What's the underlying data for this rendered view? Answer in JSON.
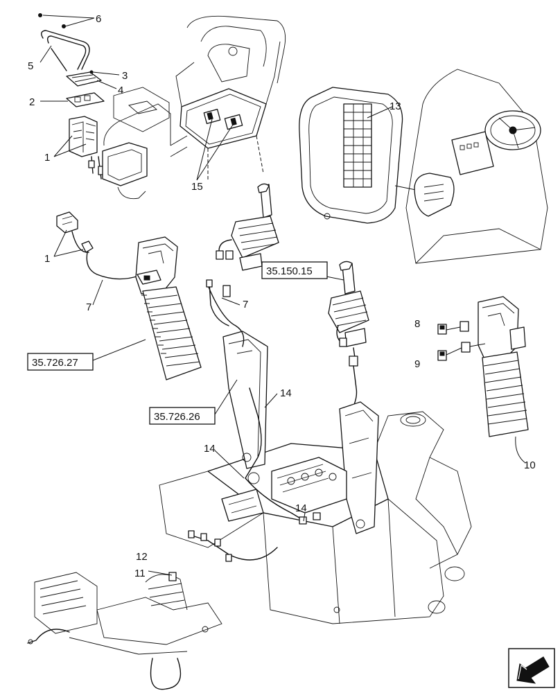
{
  "callouts": [
    {
      "id": "c1a",
      "label": "1"
    },
    {
      "id": "c1b",
      "label": "1"
    },
    {
      "id": "c2",
      "label": "2"
    },
    {
      "id": "c3",
      "label": "3"
    },
    {
      "id": "c4",
      "label": "4"
    },
    {
      "id": "c5",
      "label": "5"
    },
    {
      "id": "c6",
      "label": "6"
    },
    {
      "id": "c7a",
      "label": "7"
    },
    {
      "id": "c7b",
      "label": "7"
    },
    {
      "id": "c8",
      "label": "8"
    },
    {
      "id": "c9",
      "label": "9"
    },
    {
      "id": "c10",
      "label": "10"
    },
    {
      "id": "c11",
      "label": "11"
    },
    {
      "id": "c12",
      "label": "12"
    },
    {
      "id": "c13",
      "label": "13"
    },
    {
      "id": "c14a",
      "label": "14"
    },
    {
      "id": "c14b",
      "label": "14"
    },
    {
      "id": "c14c",
      "label": "14"
    },
    {
      "id": "c15",
      "label": "15"
    }
  ],
  "references": [
    {
      "id": "r1",
      "label": "35.150.15"
    },
    {
      "id": "r2",
      "label": "35.726.27"
    },
    {
      "id": "r3",
      "label": "35.726.26"
    }
  ],
  "icons": {
    "nav": "previous-page-arrow-icon"
  }
}
